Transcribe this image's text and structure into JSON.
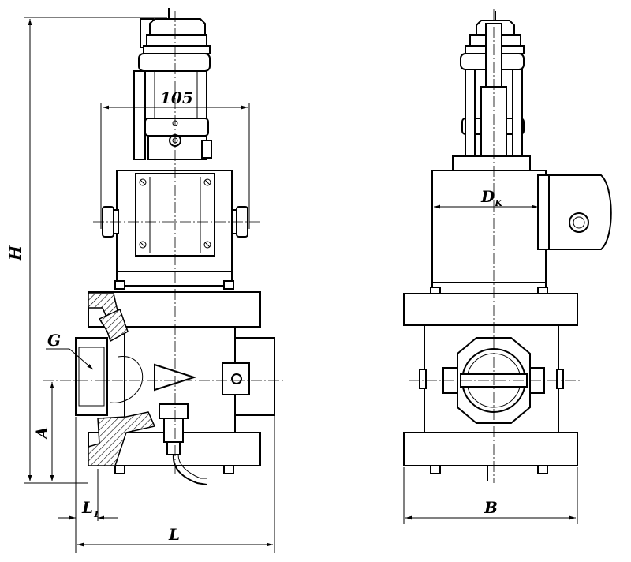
{
  "drawing": {
    "front_view": {
      "labels": {
        "dim_105": "105",
        "dim_G": "G",
        "dim_H": "H",
        "dim_A": "A",
        "dim_L1_main": "L",
        "dim_L1_sub": "1",
        "dim_L": "L"
      }
    },
    "side_view": {
      "labels": {
        "dim_Dk_main": "D",
        "dim_Dk_sub": "K",
        "dim_B": "B"
      }
    }
  }
}
